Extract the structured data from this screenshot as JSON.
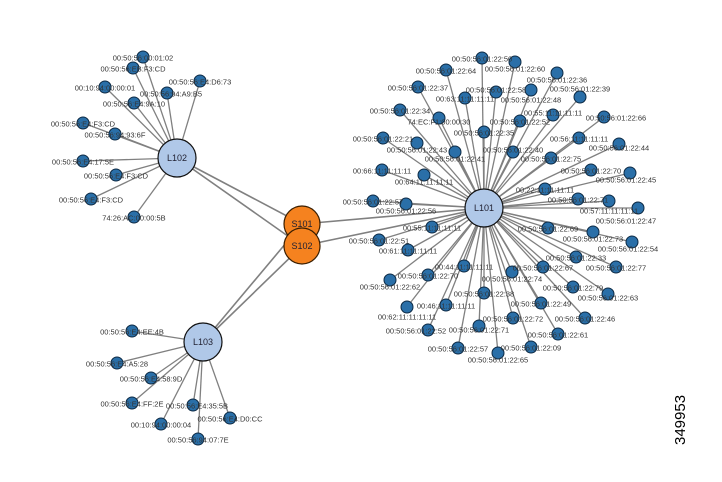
{
  "colors": {
    "leaf": "#2a6fa8",
    "access": "#b0c8e8",
    "spine": "#f5821f",
    "edge": "#808080"
  },
  "figure_id": "349953",
  "spines": [
    {
      "label": "S101"
    },
    {
      "label": "S102"
    }
  ],
  "leaves": [
    {
      "label": "L101",
      "hosts": [
        "00:50:56:01:22:50",
        "00:50:56:01:22:60",
        "00:50:56:01:22:64",
        "00:50:56:01:22:36",
        "00:50:56:01:22:37",
        "00:63:11:11:11:11",
        "00:50:56:01:22:58",
        "00:50:56:01:22:48",
        "00:50:56:01:22:39",
        "00:50:56:01:22:34",
        "74:EC:F1:00:00:30",
        "00:50:56:01:22:52",
        "00:55:11:11:11:11",
        "00:50:56:01:22:66",
        "00:50:56:01:22:35",
        "00:50:56:01:22:21",
        "00:50:56:01:22:43",
        "00:56:11:11:11:11",
        "00:50:56:01:22:44",
        "00:50:56:01:22:41",
        "00:50:56:01:22:40",
        "00:50:56:01:22:75",
        "00:66:11:11:11:11",
        "00:64:11:11:11:11",
        "00:50:56:01:22:70",
        "00:50:56:01:22:45",
        "00:22:11:11:11:11",
        "00:50:56:01:22:71",
        "00:57:11:11:11:11",
        "00:50:56:01:22:47",
        "00:50:56:01:22:57",
        "00:50:56:01:22:56",
        "00:55:11:11:11:11",
        "00:50:56:01:22:69",
        "00:50:56:01:22:73",
        "00:50:56:01:22:51",
        "00:50:56:01:22:54",
        "00:61:11:11:11:11",
        "00:50:56:01:22:33",
        "00:44:11:11:11:11",
        "00:50:56:01:22:67",
        "00:50:56:01:22:77",
        "00:50:56:01:22:70",
        "00:50:56:01:22:74",
        "00:50:56:01:22:62",
        "00:50:56:01:22:79",
        "00:50:56:01:22:38",
        "00:50:56:01:22:63",
        "00:46:11:11:11:11",
        "00:62:11:11:11:11",
        "00:50:56:01:22:49",
        "00:50:56:01:22:72",
        "00:50:56:01:22:46",
        "00:50:56:01:22:71",
        "00:50:56:01:22:52",
        "00:50:56:01:22:61",
        "00:50:56:01:22:57",
        "00:50:56:01:22:09",
        "00:50:56:01:22:65"
      ]
    },
    {
      "label": "L102",
      "hosts": [
        "00:50:56:00:01:02",
        "00:50:56:EB:F3:CD",
        "00:50:56:E4:D6:73",
        "00:10:94:00:00:01",
        "00:50:56:94:A9:B5",
        "00:50:56:E4:9A:10",
        "00:50:56:E4:F3:CD",
        "00:50:56:94:93:6F",
        "00:50:56:E4:17:5E",
        "00:50:56:E4:F3:CD",
        "00:50:56:E4:F3:CD",
        "74:26:AC:00:00:5B"
      ]
    },
    {
      "label": "L103",
      "hosts": [
        "00:50:56:E4:EE:4B",
        "00:50:56:E4:A5:28",
        "00:50:56:E4:58:9D",
        "00:50:56:E4:FF:2E",
        "00:50:56:E4:35:5B",
        "00:50:56:E4:D0:CC",
        "00:10:94:00:00:04",
        "00:50:56:94:07:7E"
      ]
    }
  ]
}
